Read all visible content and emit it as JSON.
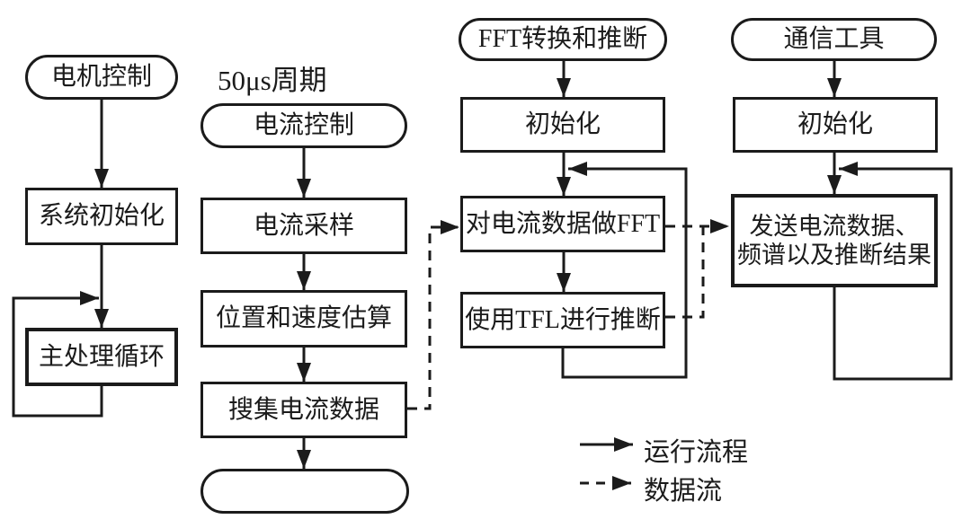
{
  "diagram_type": "flowchart",
  "colors": {
    "ink": "#1b1b1b",
    "background": "#ffffff"
  },
  "columns": {
    "motor": {
      "start": "电机控制",
      "steps": [
        "系统初始化",
        "主处理循环"
      ]
    },
    "current": {
      "period": "50μs周期",
      "start": "电流控制",
      "steps": [
        "电流采样",
        "位置和速度估算",
        "搜集电流数据"
      ],
      "end": ""
    },
    "fft": {
      "start": "FFT转换和推断",
      "steps": [
        "初始化",
        "对电流数据做FFT",
        "使用TFL进行推断"
      ]
    },
    "comm": {
      "start": "通信工具",
      "steps": [
        "初始化"
      ],
      "send": [
        "发送电流数据、",
        "频谱以及推断结果"
      ]
    }
  },
  "legend": {
    "solid_label": "运行流程",
    "dashed_label": "数据流"
  }
}
